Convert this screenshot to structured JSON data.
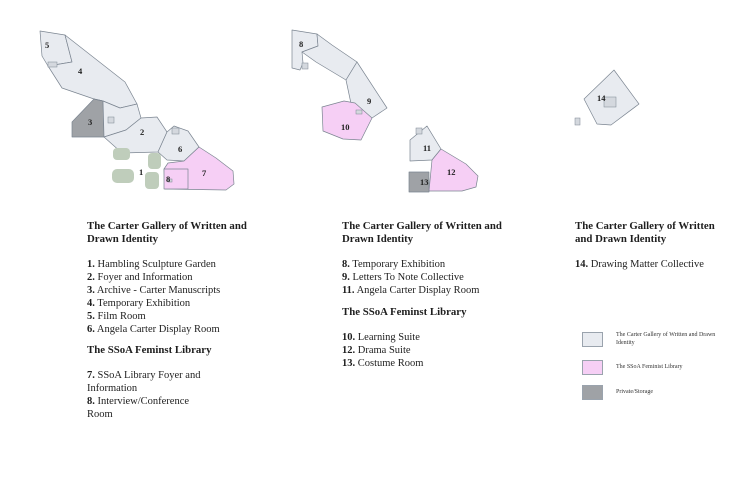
{
  "colors": {
    "gallery": "#e8ebf0",
    "library": "#f6cff5",
    "private": "#9fa2a6",
    "outline": "#7b8591",
    "garden": "#bfcdbb"
  },
  "map_labels": {
    "r1": "1",
    "r2": "2",
    "r3": "3",
    "r4": "4",
    "r5": "5",
    "r6": "6",
    "r7": "7",
    "r8a": "8",
    "r8b": "8",
    "r9": "9",
    "r10": "10",
    "r11": "11",
    "r12": "12",
    "r13": "13",
    "r14": "14"
  },
  "column1": {
    "heading": "The Carter Gallery of Written and Drawn Identity",
    "items": [
      {
        "num": "1.",
        "text": " Hambling Sculpture Garden"
      },
      {
        "num": "2.",
        "text": " Foyer and Information"
      },
      {
        "num": "3.",
        "text": " Archive - Carter Manuscripts"
      },
      {
        "num": "4.",
        "text": " Temporary Exhibition"
      },
      {
        "num": "5.",
        "text": " Film Room"
      },
      {
        "num": "6.",
        "text": " Angela Carter Display Room"
      }
    ],
    "heading2": "The SSoA Feminst Library",
    "items2": [
      {
        "num": "7.",
        "text": " SSoA Library Foyer and Information"
      },
      {
        "num": "8.",
        "text": " Interview/Conference Room"
      }
    ]
  },
  "column2": {
    "heading": "The Carter Gallery of Written and Drawn Identity",
    "items": [
      {
        "num": "8.",
        "text": " Temporary Exhibition"
      },
      {
        "num": "9.",
        "text": " Letters To Note Collective"
      },
      {
        "num": "11.",
        "text": "  Angela Carter Display Room"
      }
    ],
    "heading2": "The SSoA Feminst Library",
    "items2": [
      {
        "num": "10.",
        "text": " Learning Suite"
      },
      {
        "num": "12.",
        "text": " Drama Suite"
      },
      {
        "num": "13.",
        "text": " Costume Room"
      }
    ]
  },
  "column3": {
    "heading": "The Carter Gallery of Written and Drawn Identity",
    "items": [
      {
        "num": "14.",
        "text": " Drawing Matter Collective"
      }
    ]
  },
  "legend": [
    {
      "label": "The Carter Gallery of Written and Drawn Identity",
      "color": "#e8ebf0"
    },
    {
      "label": "The SSoA Feminist Library",
      "color": "#f6cff5"
    },
    {
      "label": "Private/Storage",
      "color": "#9fa2a6"
    }
  ]
}
